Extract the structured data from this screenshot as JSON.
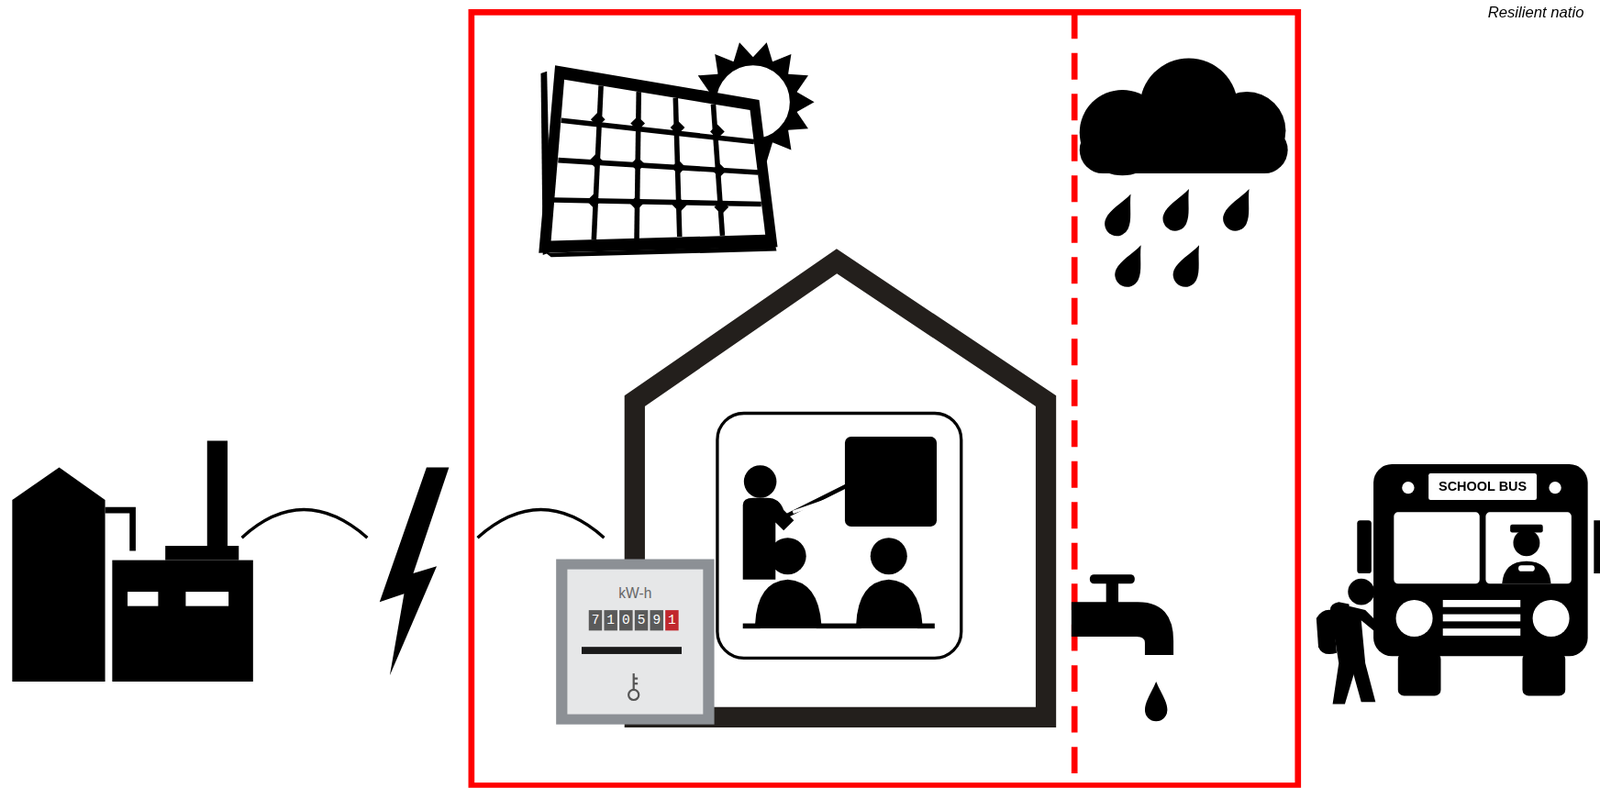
{
  "diagram": {
    "nodes": [
      {
        "text": [
          "kW-h",
          "710591"
        ]
      },
      {
        "text": [
          "SCHOOL BUS"
        ]
      }
    ],
    "labels": [
      "Resilient natio"
    ]
  }
}
